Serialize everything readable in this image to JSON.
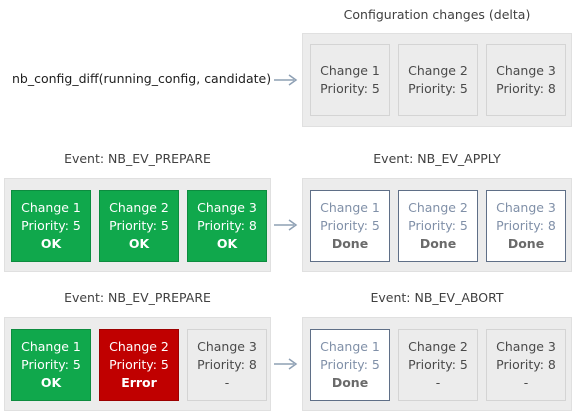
{
  "delta": {
    "title": "Configuration changes (delta)",
    "call": "nb_config_diff(running_config, candidate)",
    "changes": [
      {
        "name": "Change 1",
        "priority": "Priority: 5"
      },
      {
        "name": "Change 2",
        "priority": "Priority: 5"
      },
      {
        "name": "Change 3",
        "priority": "Priority: 8"
      }
    ]
  },
  "row_success": {
    "prepare": {
      "title": "Event: NB_EV_PREPARE",
      "changes": [
        {
          "name": "Change 1",
          "priority": "Priority: 5",
          "status": "OK",
          "state": "ok"
        },
        {
          "name": "Change 2",
          "priority": "Priority: 5",
          "status": "OK",
          "state": "ok"
        },
        {
          "name": "Change 3",
          "priority": "Priority: 8",
          "status": "OK",
          "state": "ok"
        }
      ]
    },
    "apply": {
      "title": "Event: NB_EV_APPLY",
      "changes": [
        {
          "name": "Change 1",
          "priority": "Priority: 5",
          "status": "Done",
          "state": "done"
        },
        {
          "name": "Change 2",
          "priority": "Priority: 5",
          "status": "Done",
          "state": "done"
        },
        {
          "name": "Change 3",
          "priority": "Priority: 8",
          "status": "Done",
          "state": "done"
        }
      ]
    }
  },
  "row_failure": {
    "prepare": {
      "title": "Event: NB_EV_PREPARE",
      "changes": [
        {
          "name": "Change 1",
          "priority": "Priority: 5",
          "status": "OK",
          "state": "ok"
        },
        {
          "name": "Change 2",
          "priority": "Priority: 5",
          "status": "Error",
          "state": "error"
        },
        {
          "name": "Change 3",
          "priority": "Priority: 8",
          "status": "-",
          "state": "pending"
        }
      ]
    },
    "abort": {
      "title": "Event: NB_EV_ABORT",
      "changes": [
        {
          "name": "Change 1",
          "priority": "Priority: 5",
          "status": "Done",
          "state": "done"
        },
        {
          "name": "Change 2",
          "priority": "Priority: 5",
          "status": "-",
          "state": "pending"
        },
        {
          "name": "Change 3",
          "priority": "Priority: 8",
          "status": "-",
          "state": "pending"
        }
      ]
    }
  },
  "colors": {
    "ok": "#10a84c",
    "error": "#c00000",
    "done_border": "#5f6f87",
    "panel": "#ececec",
    "arrow": "#8ea0b4"
  }
}
